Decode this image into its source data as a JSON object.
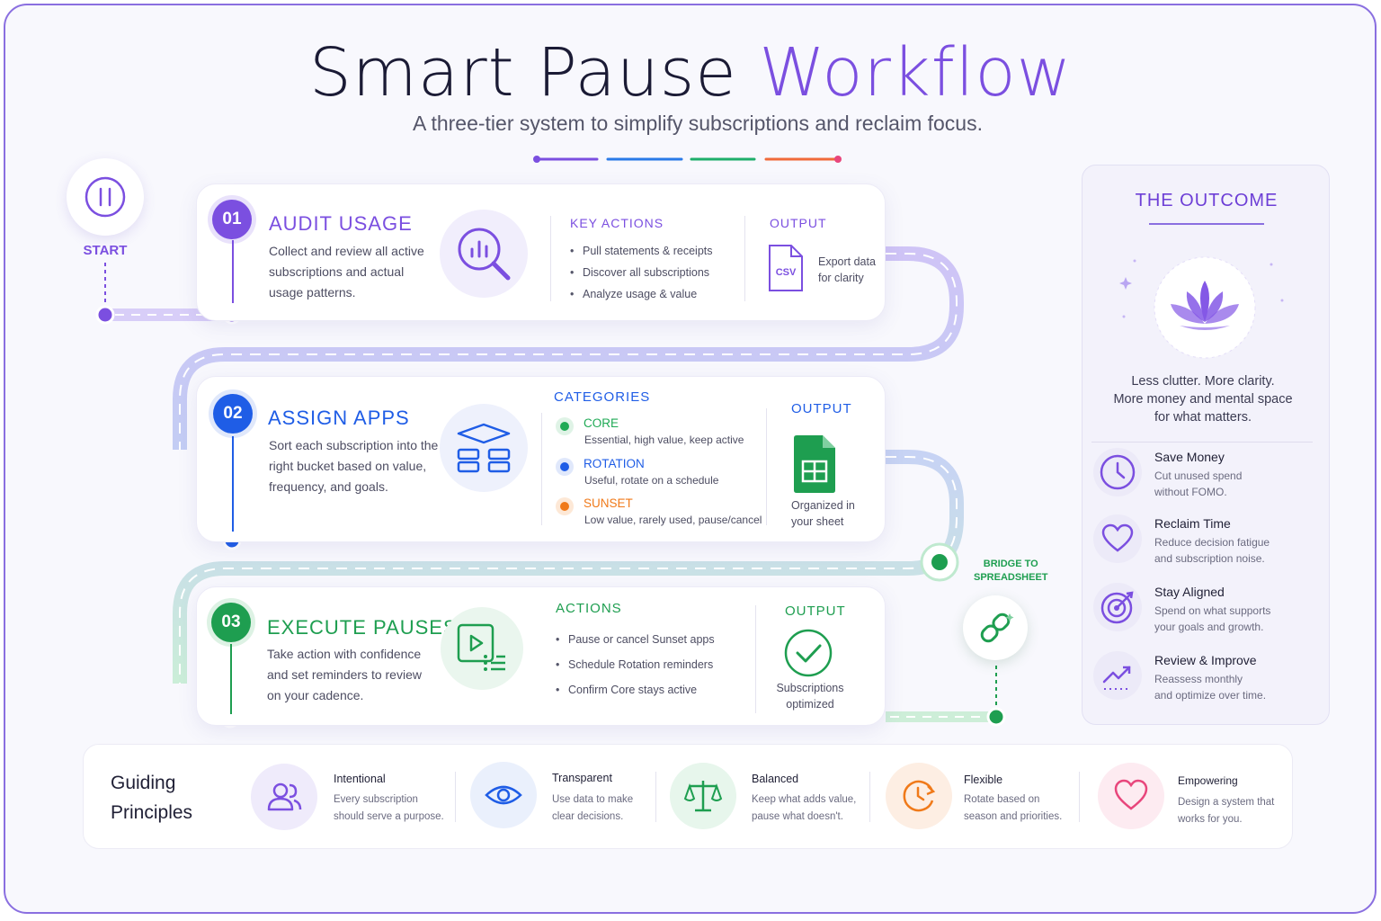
{
  "header": {
    "title_main": "Smart Pause",
    "title_accent": "Workflow",
    "subtitle": "A three-tier system to simplify subscriptions and reclaim focus."
  },
  "start": {
    "label": "START",
    "icon": "pause-icon"
  },
  "steps": [
    {
      "number": "01",
      "title": "AUDIT USAGE",
      "color": "#7b4fe0",
      "description": [
        "Collect and review all active",
        "subscriptions and actual",
        "usage patterns."
      ],
      "icon": "magnifier-chart-icon",
      "section_title": "KEY ACTIONS",
      "items": [
        "Pull statements & receipts",
        "Discover all subscriptions",
        "Analyze usage & value"
      ],
      "output_title": "OUTPUT",
      "output_icon_label": "CSV",
      "output_text": [
        "Export data",
        "for clarity"
      ]
    },
    {
      "number": "02",
      "title": "ASSIGN APPS",
      "color": "#1f5de6",
      "description": [
        "Sort each subscription into the",
        "right bucket based on value,",
        "frequency, and goals."
      ],
      "icon": "buckets-icon",
      "section_title": "CATEGORIES",
      "categories": [
        {
          "name": "CORE",
          "desc": "Essential, high value, keep active",
          "color": "#1faa55"
        },
        {
          "name": "ROTATION",
          "desc": "Useful, rotate on a schedule",
          "color": "#1f5de6"
        },
        {
          "name": "SUNSET",
          "desc": "Low value, rarely used, pause/cancel",
          "color": "#f07a1a"
        }
      ],
      "output_title": "OUTPUT",
      "output_text": [
        "Organized in",
        "your sheet"
      ]
    },
    {
      "number": "03",
      "title": "EXECUTE PAUSES",
      "color": "#1e9e50",
      "description": [
        "Take action with confidence",
        "and set reminders to review",
        "on your cadence."
      ],
      "icon": "play-list-icon",
      "section_title": "ACTIONS",
      "items": [
        "Pause or cancel Sunset apps",
        "Schedule Rotation reminders",
        "Confirm Core stays active"
      ],
      "output_title": "OUTPUT",
      "output_text": [
        "Subscriptions",
        "optimized"
      ]
    }
  ],
  "bridge": {
    "label": [
      "BRIDGE TO",
      "SPREADSHEET"
    ],
    "icon": "link-icon"
  },
  "outcome": {
    "title": "THE OUTCOME",
    "icon": "lotus-icon",
    "text": [
      "Less clutter. More clarity.",
      "More money and mental space",
      "for what matters."
    ],
    "benefits": [
      {
        "title": "Save Money",
        "desc": [
          "Cut unused spend",
          "without FOMO."
        ],
        "icon": "clock-icon"
      },
      {
        "title": "Reclaim Time",
        "desc": [
          "Reduce decision fatigue",
          "and subscription noise."
        ],
        "icon": "heart-icon"
      },
      {
        "title": "Stay Aligned",
        "desc": [
          "Spend on what supports",
          "your goals and growth."
        ],
        "icon": "target-icon"
      },
      {
        "title": "Review & Improve",
        "desc": [
          "Reassess monthly",
          "and optimize over time."
        ],
        "icon": "trend-up-icon"
      }
    ]
  },
  "principles": {
    "title": [
      "Guiding",
      "Principles"
    ],
    "items": [
      {
        "title": "Intentional",
        "desc": [
          "Every subscription",
          "should serve a purpose."
        ],
        "icon": "people-icon",
        "color": "#7b4fe0"
      },
      {
        "title": "Transparent",
        "desc": [
          "Use data to make",
          "clear decisions."
        ],
        "icon": "eye-icon",
        "color": "#1f5de6"
      },
      {
        "title": "Balanced",
        "desc": [
          "Keep what adds value,",
          "pause what doesn't."
        ],
        "icon": "scale-icon",
        "color": "#1e9e50"
      },
      {
        "title": "Flexible",
        "desc": [
          "Rotate based on",
          "season and priorities."
        ],
        "icon": "refresh-clock-icon",
        "color": "#f07a1a"
      },
      {
        "title": "Empowering",
        "desc": [
          "Design a system that",
          "works for you."
        ],
        "icon": "heart-icon",
        "color": "#e8467c"
      }
    ]
  }
}
